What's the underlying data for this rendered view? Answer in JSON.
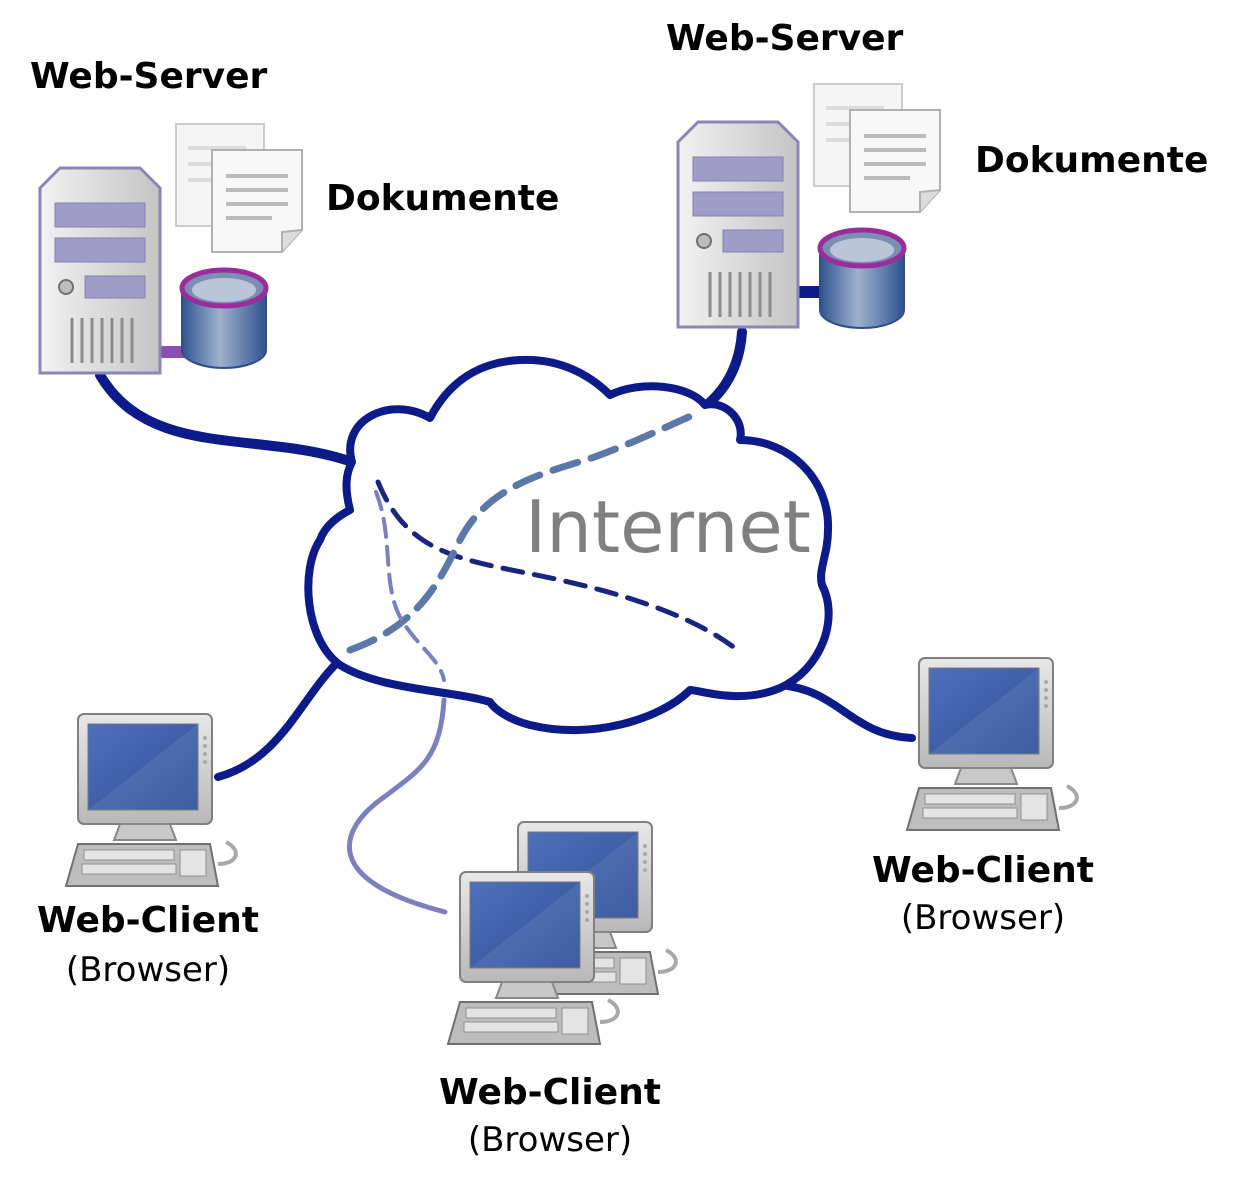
{
  "servers": [
    {
      "label": "Web-Server",
      "docs_label": "Dokumente"
    },
    {
      "label": "Web-Server",
      "docs_label": "Dokumente"
    }
  ],
  "cloud": {
    "label": "Internet"
  },
  "clients": [
    {
      "label": "Web-Client",
      "sub_label": "(Browser)"
    },
    {
      "label": "Web-Client",
      "sub_label": "(Browser)"
    },
    {
      "label": "Web-Client",
      "sub_label": "(Browser)"
    }
  ],
  "colors": {
    "connection": "#0c1a8a",
    "connection_light": "#7c80bd",
    "route_blue": "#5b78a8",
    "route_dark": "#1a2580",
    "server_case": "#d9d9d9",
    "server_bay": "#a09cc8",
    "screen": "#3c5fa8",
    "db_rim": "#9b2c9b"
  }
}
